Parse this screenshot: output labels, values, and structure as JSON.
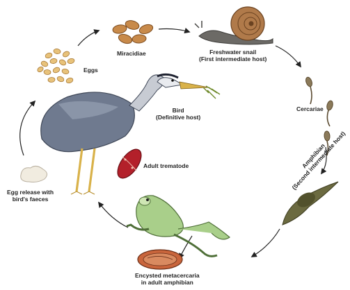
{
  "labels": {
    "eggs": "Eggs",
    "miracidiae": "Miracidiae",
    "snail_line1": "Freshwater snail",
    "snail_line2": "(First intermediate host)",
    "cercariae": "Cercariae",
    "bird_line1": "Bird",
    "bird_line2": "(Definitive host)",
    "adult_trematode": "Adult trematode",
    "amphibian_line1": "Amphibian",
    "amphibian_line2": "(Second intermediate host)",
    "egg_release_line1": "Egg release with",
    "egg_release_line2": "bird's faeces",
    "metacercaria_line1": "Encysted metacercaria",
    "metacercaria_line2": "in adult amphibian"
  },
  "colors": {
    "arrow": "#222222",
    "heron_body": "#6f7a8f",
    "heron_dark": "#3e4656",
    "heron_legs": "#d9b24a",
    "egg": "#e8c27a",
    "trematode": "#b3202a",
    "frog": "#a9cf8a",
    "snail_shell": "#b07a4a",
    "cyst": "#c9653c",
    "tadpole": "#6b6a40"
  }
}
